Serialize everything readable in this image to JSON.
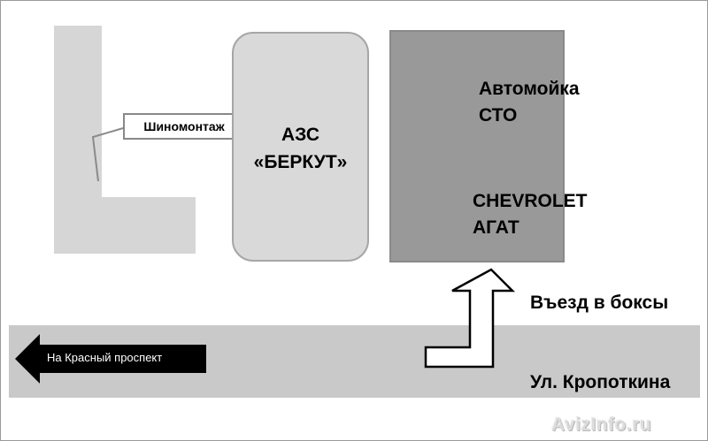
{
  "labels": {
    "tire_service": "Шиномонтаж",
    "gas_station_line1": "АЗС",
    "gas_station_line2": "«БЕРКУТ»",
    "carwash_line1": "Автомойка",
    "carwash_line2": "СТО",
    "dealer_line1": "CHEVROLET",
    "dealer_line2": "АГАТ",
    "entry": "Въезд в боксы",
    "street": "Ул. Кропоткина",
    "direction": "На Красный проспект"
  },
  "watermark": "AvizInfo.ru",
  "colors": {
    "background": "#ffffff",
    "building_light": "#d6d6d6",
    "building_dark": "#999999",
    "street": "#c9c9c9",
    "arrow_dark": "#000000",
    "arrow_light": "#ffffff"
  },
  "icons": {
    "direction_arrow": "left-arrow-icon",
    "entry_arrow": "bent-up-arrow-icon"
  }
}
